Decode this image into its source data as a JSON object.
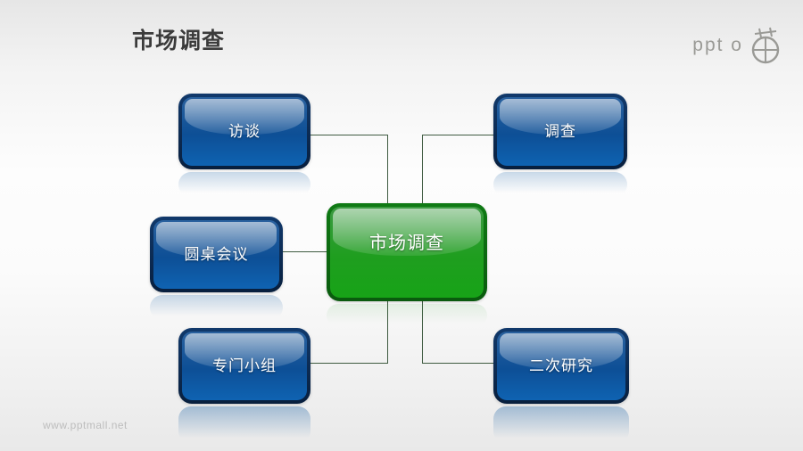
{
  "slide": {
    "title": "市场调查",
    "watermark": "www.pptmall.net",
    "logo_text": "ppt o"
  },
  "diagram": {
    "center": {
      "label": "市场调查"
    },
    "nodes": [
      {
        "label": "访谈",
        "position": "top-left"
      },
      {
        "label": "调查",
        "position": "top-right"
      },
      {
        "label": "圆桌会议",
        "position": "middle-left"
      },
      {
        "label": "专门小组",
        "position": "bottom-left"
      },
      {
        "label": "二次研究",
        "position": "bottom-right"
      }
    ],
    "colors": {
      "center_fill": "#1f9e1f",
      "center_border": "#0d7212",
      "node_fill": "#0f63b2",
      "node_border": "#0a2c55",
      "connector": "#3f5b41",
      "label_text": "#ffffff",
      "title_text": "#3b3b3b",
      "logo_gray": "#9a9a96",
      "watermark_gray": "#bdbdbd"
    }
  }
}
